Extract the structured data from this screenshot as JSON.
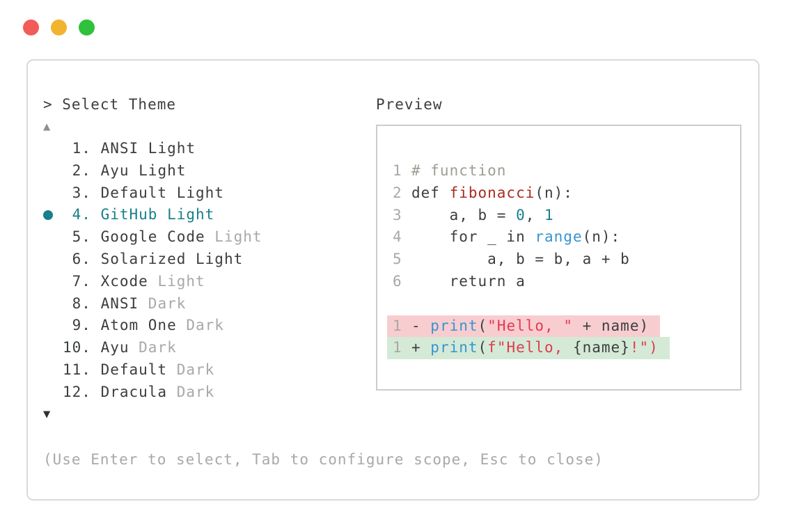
{
  "window": {
    "traffic_lights": [
      {
        "name": "close",
        "color": "#f25c58"
      },
      {
        "name": "minimize",
        "color": "#f2b32e"
      },
      {
        "name": "zoom",
        "color": "#2fc03c"
      }
    ]
  },
  "theme_picker": {
    "title": "> Select Theme",
    "scroll_up_icon": "▲",
    "scroll_down_icon": "▼",
    "items": [
      {
        "number": " 1.",
        "name": "ANSI",
        "variant": "Light",
        "variant_muted": false,
        "selected": false
      },
      {
        "number": " 2.",
        "name": "Ayu",
        "variant": "Light",
        "variant_muted": false,
        "selected": false
      },
      {
        "number": " 3.",
        "name": "Default",
        "variant": "Light",
        "variant_muted": false,
        "selected": false
      },
      {
        "number": " 4.",
        "name": "GitHub",
        "variant": "Light",
        "variant_muted": false,
        "selected": true
      },
      {
        "number": " 5.",
        "name": "Google Code",
        "variant": "Light",
        "variant_muted": true,
        "selected": false
      },
      {
        "number": " 6.",
        "name": "Solarized",
        "variant": "Light",
        "variant_muted": false,
        "selected": false
      },
      {
        "number": " 7.",
        "name": "Xcode",
        "variant": "Light",
        "variant_muted": true,
        "selected": false
      },
      {
        "number": " 8.",
        "name": "ANSI",
        "variant": "Dark",
        "variant_muted": true,
        "selected": false
      },
      {
        "number": " 9.",
        "name": "Atom One",
        "variant": "Dark",
        "variant_muted": true,
        "selected": false
      },
      {
        "number": "10.",
        "name": "Ayu",
        "variant": "Dark",
        "variant_muted": true,
        "selected": false
      },
      {
        "number": "11.",
        "name": "Default",
        "variant": "Dark",
        "variant_muted": true,
        "selected": false
      },
      {
        "number": "12.",
        "name": "Dracula",
        "variant": "Dark",
        "variant_muted": true,
        "selected": false
      }
    ],
    "hint": "(Use Enter to select, Tab to configure scope, Esc to close)"
  },
  "preview": {
    "title": "Preview",
    "code_lines": [
      {
        "num": "1",
        "diff": null,
        "segments": [
          {
            "text": "# function",
            "color": "comment"
          }
        ]
      },
      {
        "num": "2",
        "diff": null,
        "segments": [
          {
            "text": "def ",
            "color": "default"
          },
          {
            "text": "fibonacci",
            "color": "function"
          },
          {
            "text": "(n):",
            "color": "default"
          }
        ]
      },
      {
        "num": "3",
        "diff": null,
        "segments": [
          {
            "text": "    a, b = ",
            "color": "default"
          },
          {
            "text": "0",
            "color": "number"
          },
          {
            "text": ", ",
            "color": "default"
          },
          {
            "text": "1",
            "color": "number"
          }
        ]
      },
      {
        "num": "4",
        "diff": null,
        "segments": [
          {
            "text": "    for _ in ",
            "color": "default"
          },
          {
            "text": "range",
            "color": "builtin"
          },
          {
            "text": "(n):",
            "color": "default"
          }
        ]
      },
      {
        "num": "5",
        "diff": null,
        "segments": [
          {
            "text": "        a, b = b, a + b",
            "color": "default"
          }
        ]
      },
      {
        "num": "6",
        "diff": null,
        "segments": [
          {
            "text": "    return a",
            "color": "default"
          }
        ]
      },
      {
        "num": "",
        "diff": null,
        "segments": []
      },
      {
        "num": "1",
        "diff": "removed",
        "segments": [
          {
            "text": "- ",
            "color": "default"
          },
          {
            "text": "print",
            "color": "builtin"
          },
          {
            "text": "(",
            "color": "default"
          },
          {
            "text": "\"Hello, \"",
            "color": "string"
          },
          {
            "text": " + name)",
            "color": "default"
          }
        ]
      },
      {
        "num": "1",
        "diff": "added",
        "segments": [
          {
            "text": "+ ",
            "color": "default"
          },
          {
            "text": "print",
            "color": "builtin"
          },
          {
            "text": "(",
            "color": "default"
          },
          {
            "text": "f\"Hello, ",
            "color": "string"
          },
          {
            "text": "{name}",
            "color": "default"
          },
          {
            "text": "!\")",
            "color": "string"
          }
        ]
      }
    ]
  },
  "colors": {
    "accent_teal": "#17808a",
    "text_dark": "#3b3e40",
    "text_muted": "#a8a8a8",
    "comment_gray": "#9b9f92",
    "function_red": "#a72c20",
    "string_red": "#e13a51",
    "builtin_blue": "#3694d1",
    "number_teal": "#15808a",
    "diff_removed_bg": "#f8cdd0",
    "diff_added_bg": "#d4ead6",
    "panel_border": "#dadada",
    "preview_border": "#cccccc",
    "traffic_red": "#f25c58",
    "traffic_yellow": "#f2b32e",
    "traffic_green": "#2fc03c"
  }
}
